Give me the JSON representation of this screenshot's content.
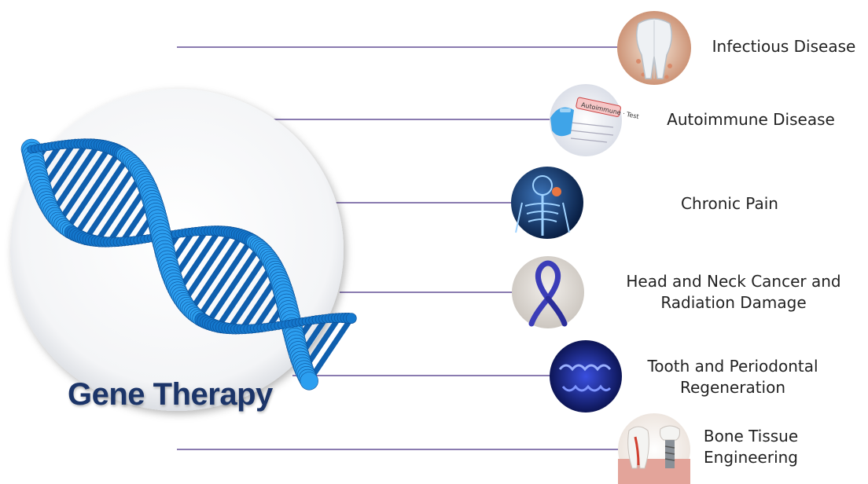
{
  "title": "Gene Therapy",
  "applications": [
    {
      "line1": "Infectious Disease",
      "line2": "",
      "icon": "tooth-icon"
    },
    {
      "line1": "Autoimmune Disease",
      "line2": "",
      "icon": "autoimmune-test-icon"
    },
    {
      "line1": "Chronic Pain",
      "line2": "",
      "icon": "skeleton-pain-icon"
    },
    {
      "line1": "Head and Neck Cancer and",
      "line2": "Radiation Damage",
      "icon": "cancer-ribbon-icon"
    },
    {
      "line1": "Tooth and Periodontal",
      "line2": "Regeneration",
      "icon": "teeth-regeneration-icon"
    },
    {
      "line1": "Bone Tissue",
      "line2": "Engineering",
      "icon": "dental-implant-icon"
    }
  ],
  "colors": {
    "connector": "#8a7bb0",
    "title": "#1c3569",
    "dna": "#1f8fd8"
  }
}
